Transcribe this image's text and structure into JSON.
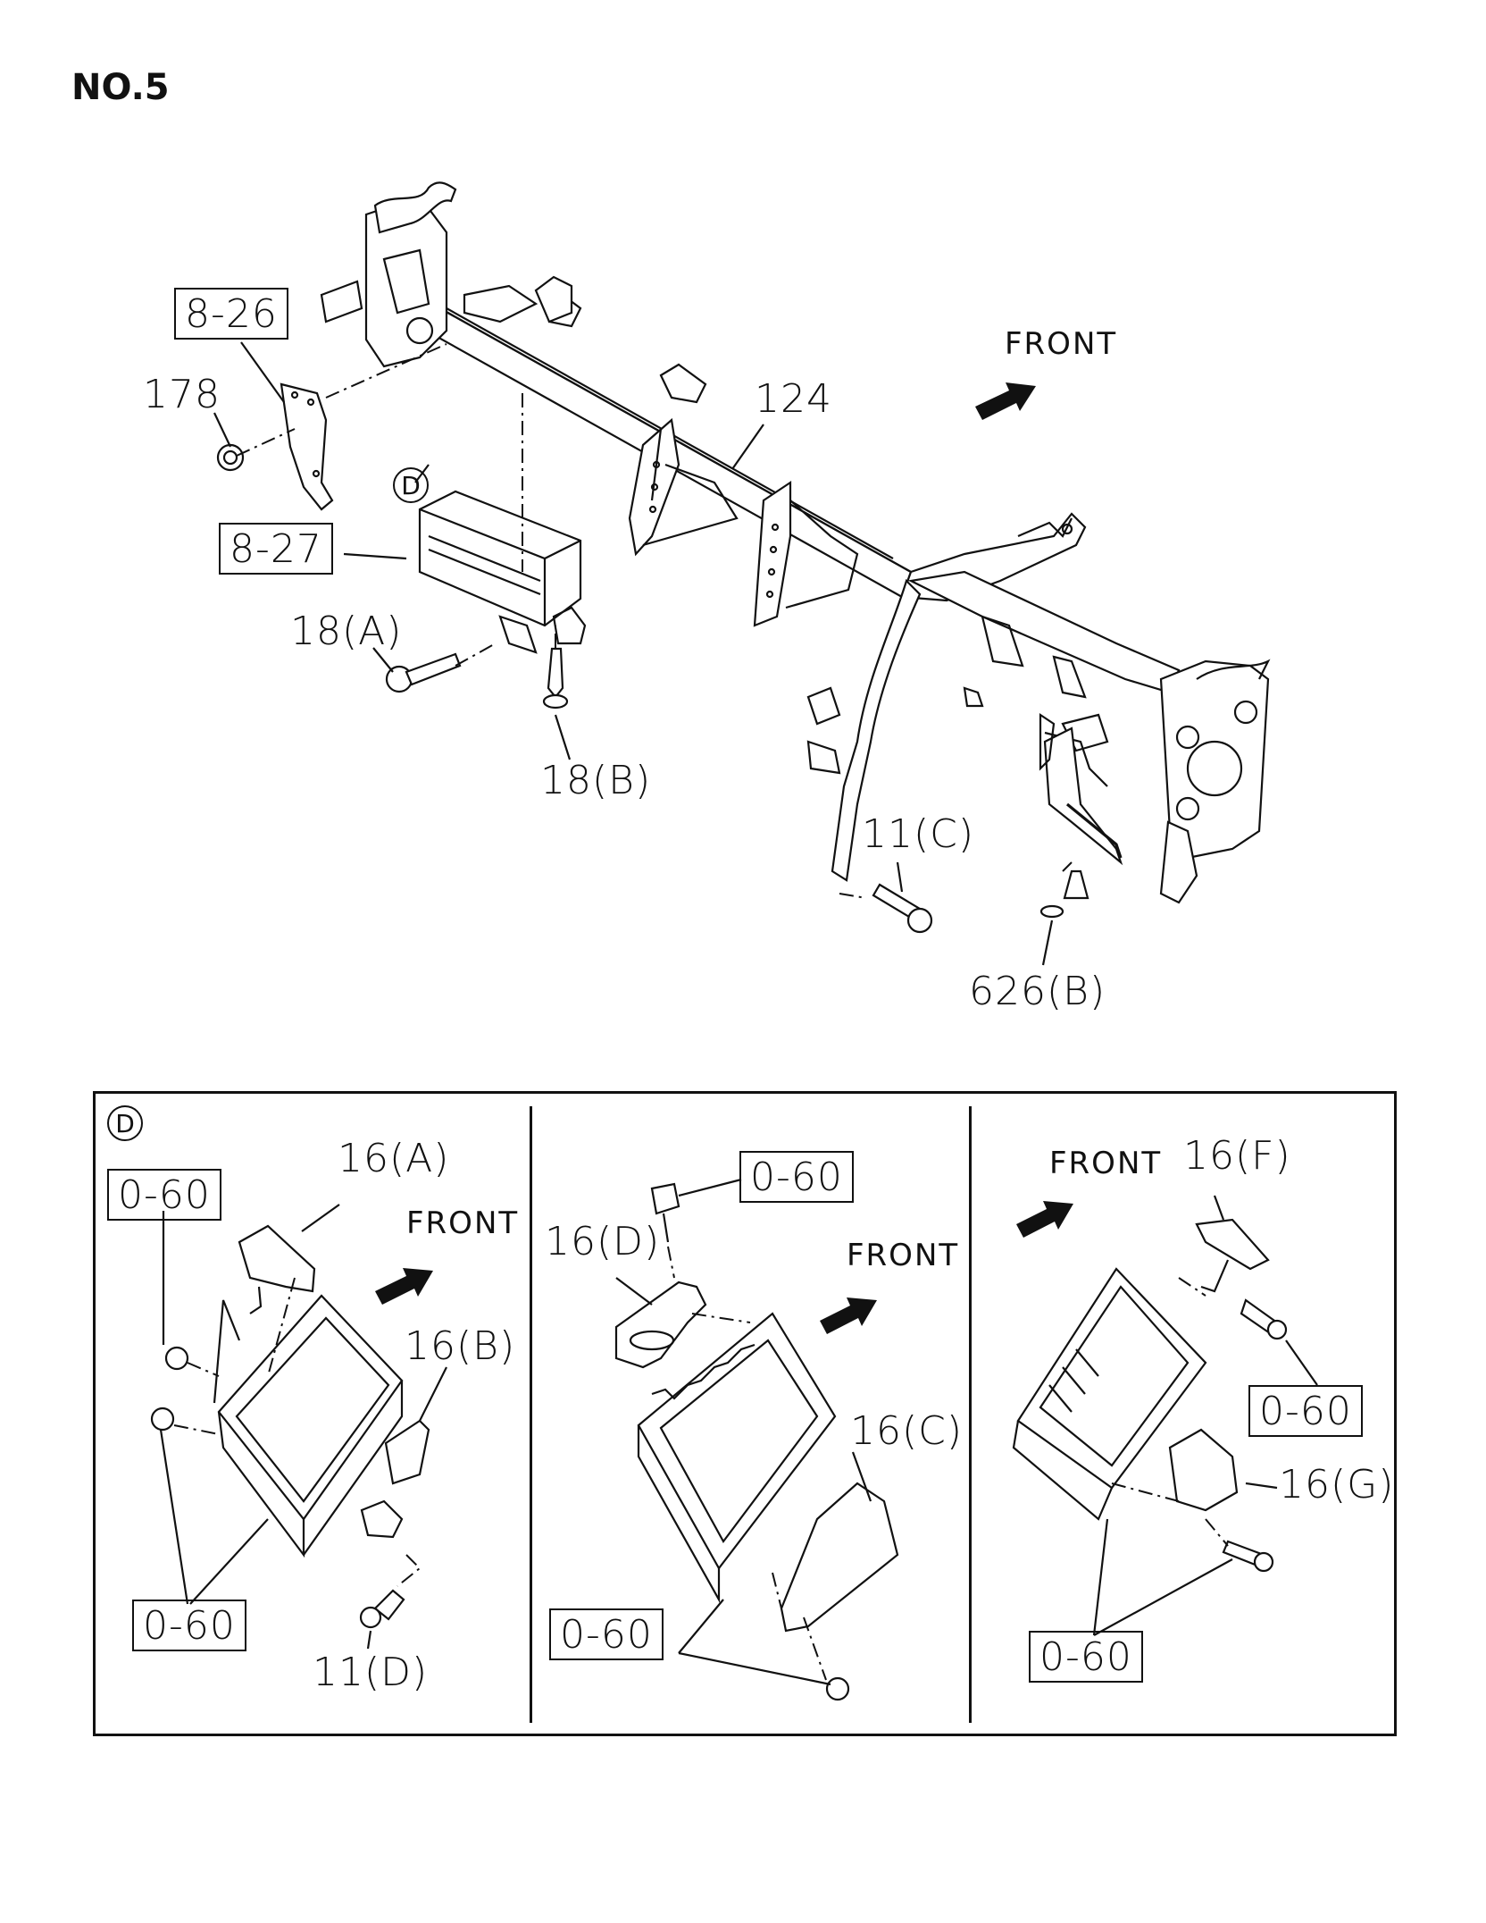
{
  "page": {
    "title": "NO.5"
  },
  "main_diagram": {
    "front_label": "FRONT",
    "callouts": {
      "c826": "8-26",
      "c827": "8-27",
      "c178": "178",
      "c124": "124",
      "c18a": "18(A)",
      "c18b": "18(B)",
      "c11c": "11(C)",
      "c626b": "626(B)",
      "detail_ref": "D"
    }
  },
  "inset": {
    "detail_ref": "D",
    "panel1": {
      "front_label": "FRONT",
      "c16a": "16(A)",
      "c16b": "16(B)",
      "c060_top": "0-60",
      "c060_bottom": "0-60",
      "c11d": "11(D)"
    },
    "panel2": {
      "front_label": "FRONT",
      "c16d": "16(D)",
      "c16c": "16(C)",
      "c060_top": "0-60",
      "c060_bottom": "0-60"
    },
    "panel3": {
      "front_label": "FRONT",
      "c16f": "16(F)",
      "c16g": "16(G)",
      "c060_right": "0-60",
      "c060_bottom": "0-60"
    }
  },
  "icons": [
    "front-arrow-icon",
    "detail-circle-icon"
  ]
}
